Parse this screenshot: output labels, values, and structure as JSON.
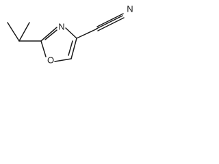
{
  "molecule": {
    "atoms": {
      "nitrogen_ring": "N",
      "nitrogen_nitrile": "N",
      "oxygen_ring": "O"
    }
  },
  "colors": {
    "ink": "#1a1a1a",
    "background": "#ffffff"
  }
}
